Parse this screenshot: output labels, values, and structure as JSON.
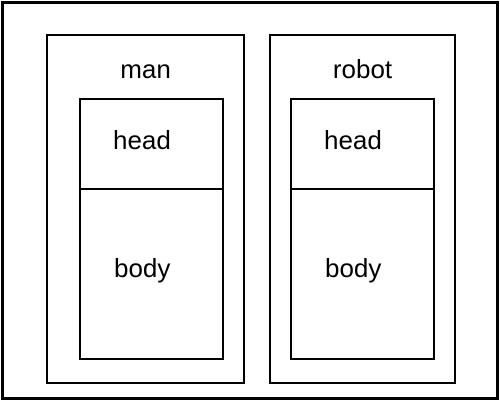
{
  "columns": [
    {
      "title": "man",
      "parts": [
        "head",
        "body"
      ]
    },
    {
      "title": "robot",
      "parts": [
        "head",
        "body"
      ]
    }
  ]
}
